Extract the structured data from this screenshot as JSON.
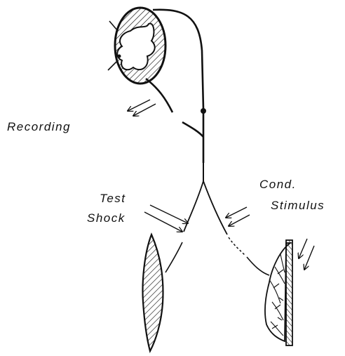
{
  "labels": {
    "recording": "Recording",
    "test_line1": "Test",
    "test_line2": "Shock",
    "cond_line1": "Cond.",
    "cond_line2": "Stimulus"
  },
  "colors": {
    "ink": "#111111",
    "background": "#ffffff"
  }
}
